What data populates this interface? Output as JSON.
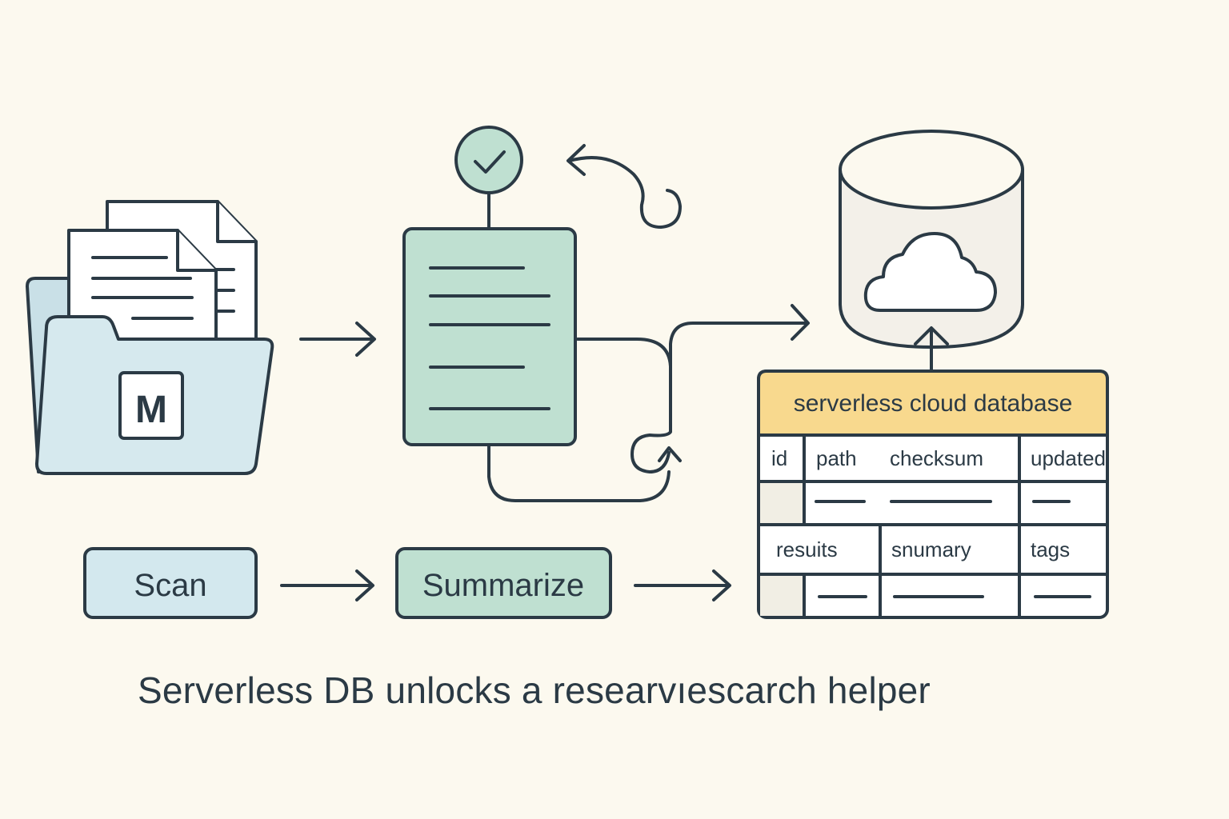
{
  "folder": {
    "badge_letter": "M"
  },
  "steps": [
    {
      "label": "Scan",
      "fill": "#d3e8ee"
    },
    {
      "label": "Summarize",
      "fill": "#bfe0d1"
    }
  ],
  "database_table": {
    "title": "serverless cloud database",
    "header_fill": "#f8d98e",
    "row1_columns": [
      "id",
      "path",
      "checksum",
      "updated"
    ],
    "row2_columns": [
      "resuits",
      "snumary",
      "tags"
    ]
  },
  "caption": "Serverless DB unlocks a researvıescarch helper",
  "colors": {
    "stroke": "#2b3a45",
    "background": "#fcf9ef",
    "folder_fill": "#d6e9ee",
    "document_fill": "#bfe0d1",
    "check_fill": "#bfe0d1",
    "cylinder_fill": "#f3f0e9"
  },
  "icons": [
    "folder-icon",
    "file-icon",
    "document-icon",
    "check-circle-icon",
    "database-icon",
    "cloud-icon"
  ]
}
